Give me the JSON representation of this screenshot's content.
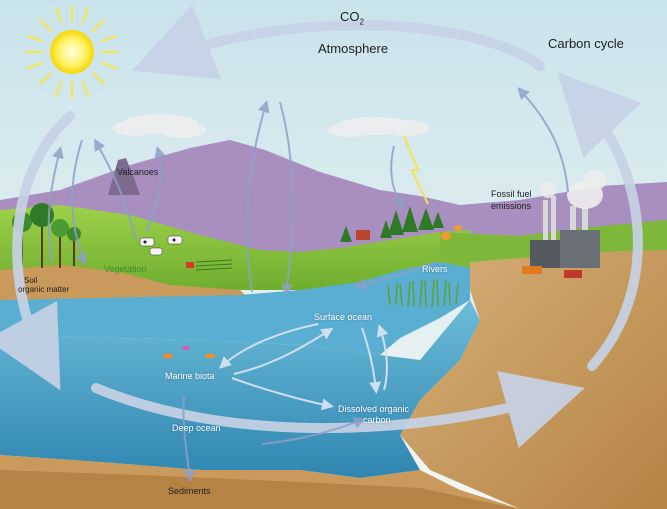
{
  "diagram": {
    "title": "Carbon cycle",
    "labels": {
      "co2": "CO",
      "co2_sub": "2",
      "atmosphere": "Atmosphere",
      "volcanoes": "Valcanoes",
      "fossil_fuel_line1": "Fossil fuel",
      "fossil_fuel_line2": "emissions",
      "soil_line1": "Soil",
      "soil_line2": "organic matter",
      "vegetation": "Vegetation",
      "rivers": "Rivers",
      "surface_ocean": "Surface ocean",
      "marine_biota": "Marine biota",
      "dissolved_line1": "Dissolved organic",
      "dissolved_line2": "carbon",
      "deep_ocean": "Deep ocean",
      "sediments": "Sediments"
    },
    "colors": {
      "sky_top": "#c9e3ec",
      "sky_bottom": "#f2f6f4",
      "mountain": "#a98fbf",
      "land": "#8dc63f",
      "ocean": "#4fa7c9",
      "ocean_deep": "#2f86b1",
      "soil": "#c99a5b",
      "arrow": "#c7d2e6",
      "sun": "#fff36a"
    }
  }
}
